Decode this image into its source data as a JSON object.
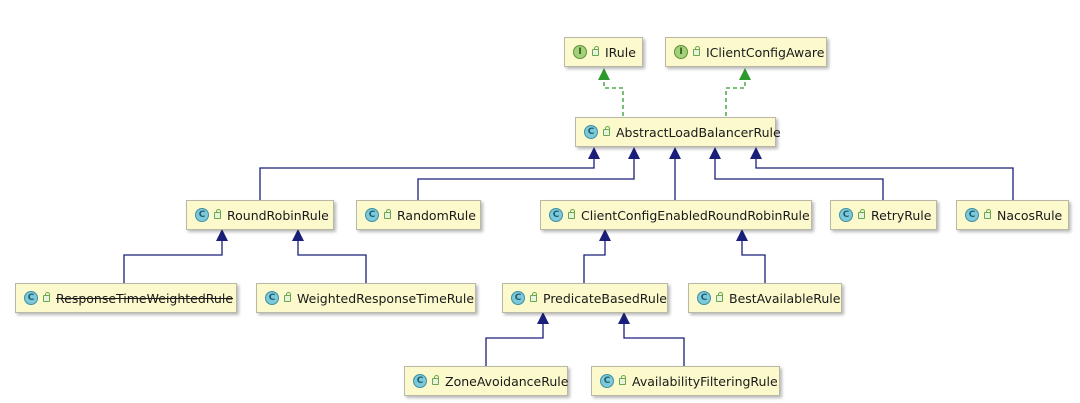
{
  "nodes": [
    {
      "id": "irule",
      "kind": "interface",
      "badge": "I",
      "name": "IRule"
    },
    {
      "id": "iclientconfigaware",
      "kind": "interface",
      "badge": "I",
      "name": "IClientConfigAware"
    },
    {
      "id": "abstractloadbalancerrule",
      "kind": "class",
      "badge": "C",
      "name": "AbstractLoadBalancerRule"
    },
    {
      "id": "roundrobinrule",
      "kind": "class",
      "badge": "C",
      "name": "RoundRobinRule"
    },
    {
      "id": "randomrule",
      "kind": "class",
      "badge": "C",
      "name": "RandomRule"
    },
    {
      "id": "clientconfigenabledroundrobinrule",
      "kind": "class",
      "badge": "C",
      "name": "ClientConfigEnabledRoundRobinRule"
    },
    {
      "id": "retryrule",
      "kind": "class",
      "badge": "C",
      "name": "RetryRule"
    },
    {
      "id": "nacosrule",
      "kind": "class",
      "badge": "C",
      "name": "NacosRule"
    },
    {
      "id": "responsetimeweightedrule",
      "kind": "class",
      "badge": "C",
      "name": "ResponseTimeWeightedRule",
      "deprecated": true
    },
    {
      "id": "weightedresponsetimerule",
      "kind": "class",
      "badge": "C",
      "name": "WeightedResponseTimeRule"
    },
    {
      "id": "predicatebasedrule",
      "kind": "class",
      "badge": "C",
      "name": "PredicateBasedRule"
    },
    {
      "id": "bestavailablerule",
      "kind": "class",
      "badge": "C",
      "name": "BestAvailableRule"
    },
    {
      "id": "zoneavoidancerule",
      "kind": "class",
      "badge": "C",
      "name": "ZoneAvoidanceRule"
    },
    {
      "id": "availabilityfilteringrule",
      "kind": "class",
      "badge": "C",
      "name": "AvailabilityFilteringRule"
    }
  ],
  "edges": [
    {
      "from": "abstractloadbalancerrule",
      "to": "irule",
      "type": "implements"
    },
    {
      "from": "abstractloadbalancerrule",
      "to": "iclientconfigaware",
      "type": "implements"
    },
    {
      "from": "roundrobinrule",
      "to": "abstractloadbalancerrule",
      "type": "extends"
    },
    {
      "from": "randomrule",
      "to": "abstractloadbalancerrule",
      "type": "extends"
    },
    {
      "from": "clientconfigenabledroundrobinrule",
      "to": "abstractloadbalancerrule",
      "type": "extends"
    },
    {
      "from": "retryrule",
      "to": "abstractloadbalancerrule",
      "type": "extends"
    },
    {
      "from": "nacosrule",
      "to": "abstractloadbalancerrule",
      "type": "extends"
    },
    {
      "from": "responsetimeweightedrule",
      "to": "roundrobinrule",
      "type": "extends"
    },
    {
      "from": "weightedresponsetimerule",
      "to": "roundrobinrule",
      "type": "extends"
    },
    {
      "from": "predicatebasedrule",
      "to": "clientconfigenabledroundrobinrule",
      "type": "extends"
    },
    {
      "from": "bestavailablerule",
      "to": "clientconfigenabledroundrobinrule",
      "type": "extends"
    },
    {
      "from": "zoneavoidancerule",
      "to": "predicatebasedrule",
      "type": "extends"
    },
    {
      "from": "availabilityfilteringrule",
      "to": "predicatebasedrule",
      "type": "extends"
    }
  ],
  "colors": {
    "extends_line": "#1a1f7a",
    "implements_line": "#2e9a2e",
    "node_fill": "#fcf9cc",
    "node_border": "#b9b8a6"
  }
}
